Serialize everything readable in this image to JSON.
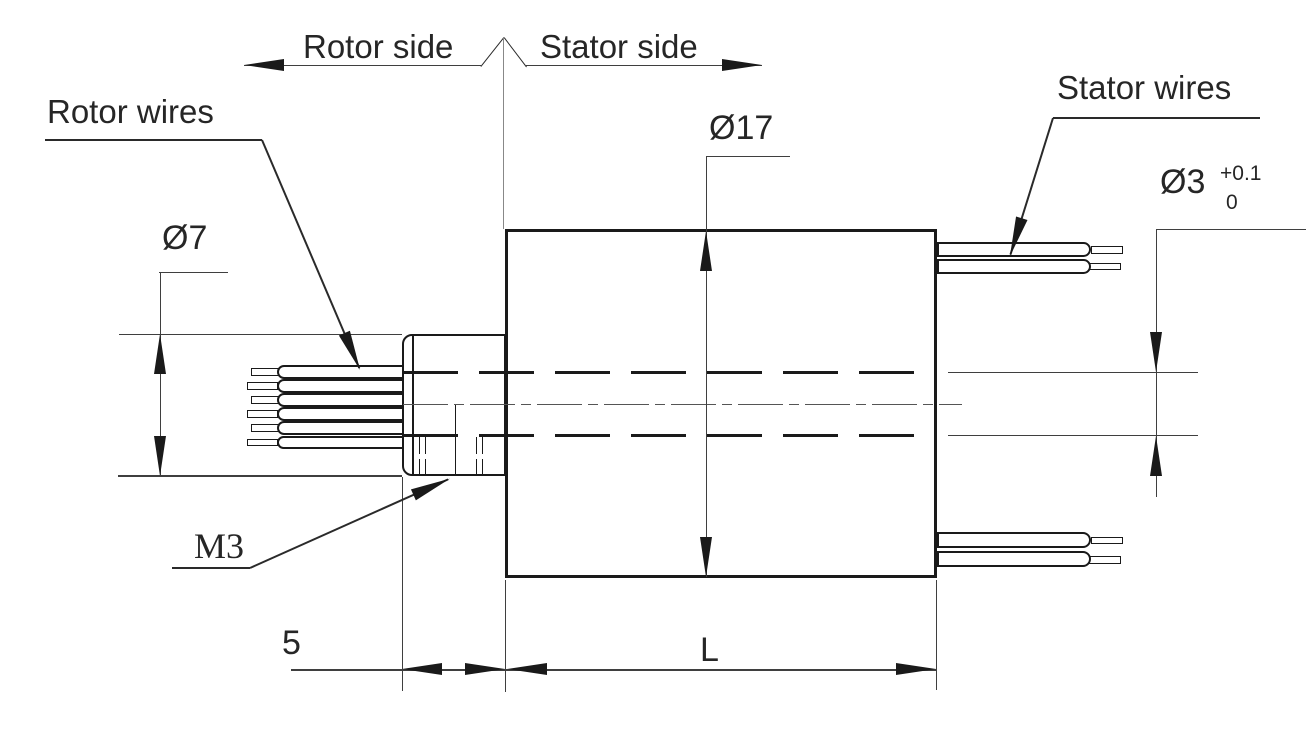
{
  "labels": {
    "rotor_side": "Rotor side",
    "stator_side": "Stator side",
    "rotor_wires": "Rotor wires",
    "stator_wires": "Stator wires"
  },
  "dimensions": {
    "body_diameter": "Ø17",
    "shaft_diameter": "Ø7",
    "bore_diameter": "Ø3",
    "bore_tolerance_upper": "+0.1",
    "bore_tolerance_lower": "0",
    "thread": "M3",
    "shaft_length": "5",
    "body_length": "L"
  },
  "colors": {
    "background": "#ffffff",
    "outline": "#1a1a1a",
    "dimension_line": "#3f3f3f",
    "text": "#262626"
  }
}
